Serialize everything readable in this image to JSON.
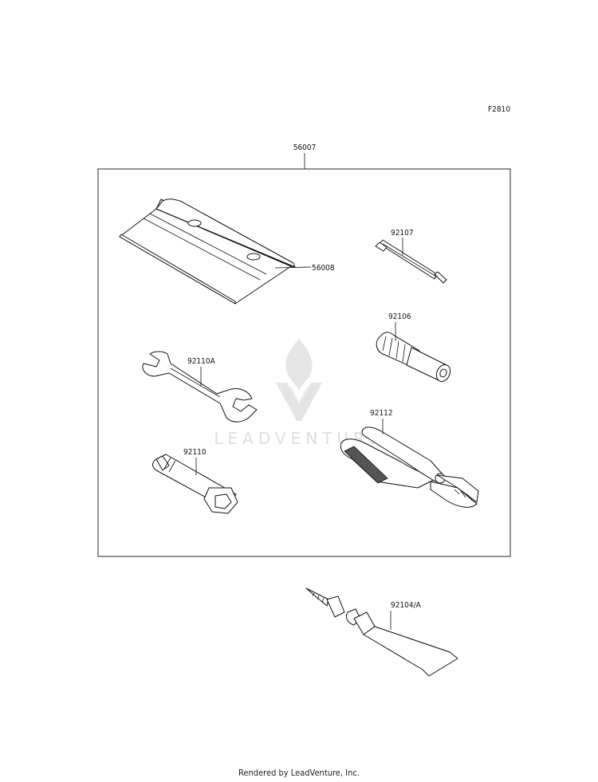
{
  "figure_code": "F2810",
  "labels": {
    "kit": "56007",
    "bag": "56008",
    "screwdriver_bit": "92107",
    "screwdriver_handle": "92106",
    "wrench": "92110A",
    "pliers": "92112",
    "spark_plug_wrench": "92110",
    "tube": "92104/A"
  },
  "watermark": "LEADVENTURE",
  "footer": "Rendered by LeadVenture, Inc."
}
